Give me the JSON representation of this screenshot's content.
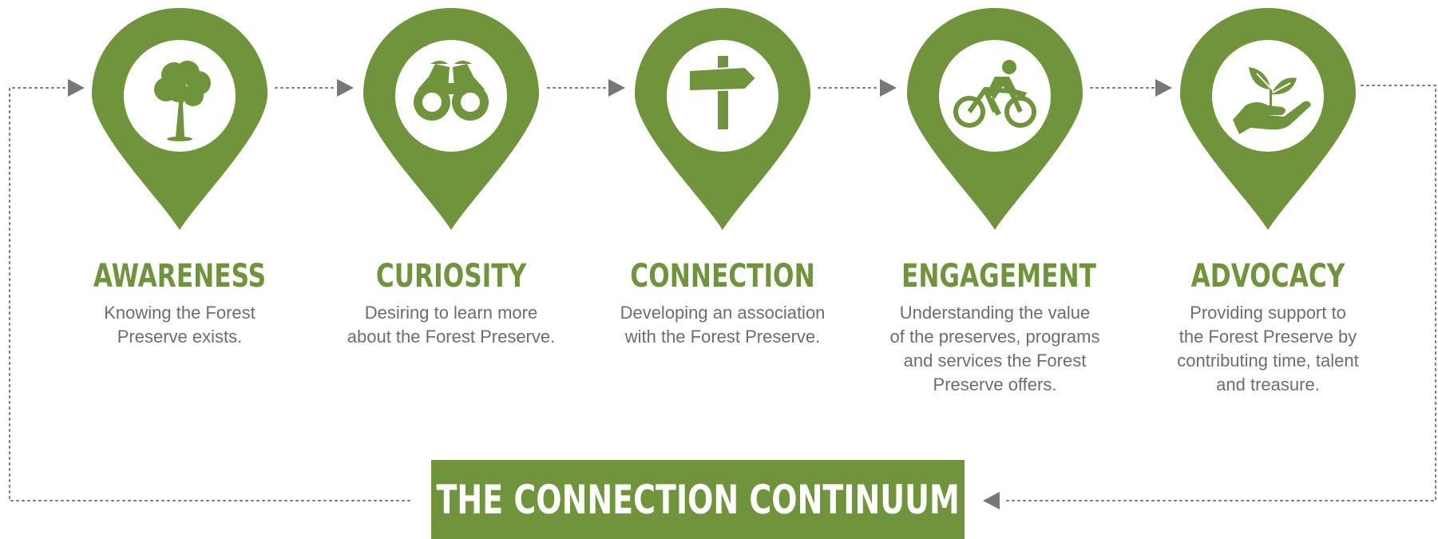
{
  "colors": {
    "brand_green": "#6f943b",
    "text_gray": "#6d6d6d",
    "connector_gray": "#777777",
    "icon_white": "#ffffff"
  },
  "steps": [
    {
      "title": "AWARENESS",
      "description": "Knowing the Forest\nPreserve exists.",
      "icon": "tree-icon"
    },
    {
      "title": "CURIOSITY",
      "description": "Desiring to learn more\nabout the Forest Preserve.",
      "icon": "binoculars-icon"
    },
    {
      "title": "CONNECTION",
      "description": "Developing an association\nwith the Forest Preserve.",
      "icon": "signpost-icon"
    },
    {
      "title": "ENGAGEMENT",
      "description": "Understanding the value\nof the preserves, programs\nand services the Forest\nPreserve offers.",
      "icon": "cyclist-icon"
    },
    {
      "title": "ADVOCACY",
      "description": "Providing support to\nthe Forest Preserve by\ncontributing time, talent\nand treasure.",
      "icon": "hand-sprout-icon"
    }
  ],
  "banner": {
    "title": "THE CONNECTION CONTINUUM"
  }
}
